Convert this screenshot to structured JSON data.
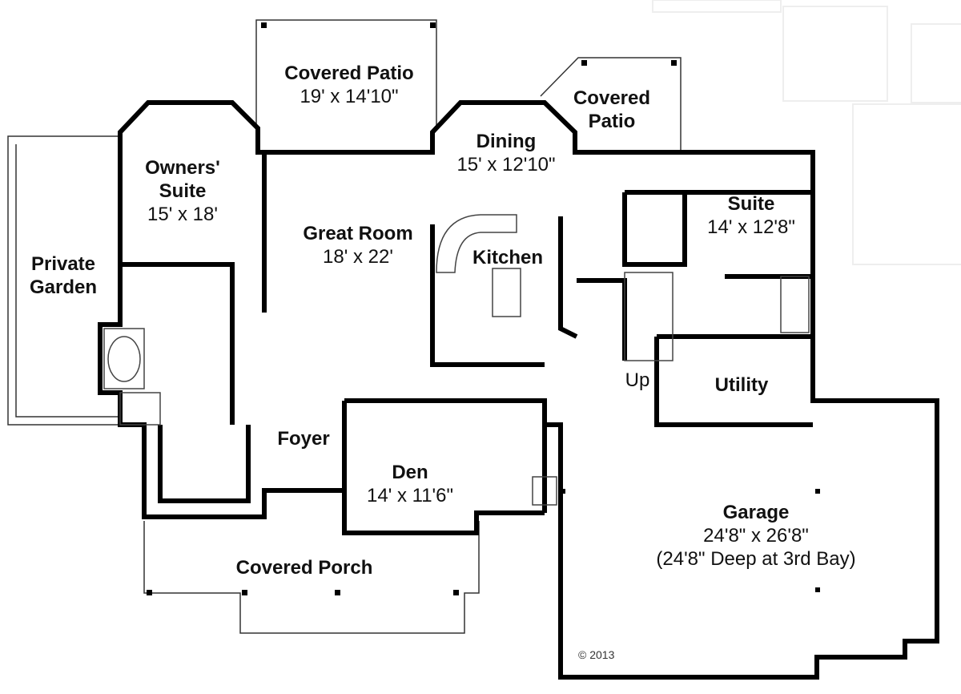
{
  "rooms": {
    "covered_patio_1": {
      "name": "Covered Patio",
      "size": "19' x 14'10\""
    },
    "covered_patio_2": {
      "name": "Covered\nPatio"
    },
    "dining": {
      "name": "Dining",
      "size": "15' x 12'10\""
    },
    "owners_suite": {
      "name": "Owners'\nSuite",
      "size": "15' x 18'"
    },
    "private_garden": {
      "name": "Private\nGarden"
    },
    "great_room": {
      "name": "Great Room",
      "size": "18' x 22'"
    },
    "kitchen": {
      "name": "Kitchen"
    },
    "suite": {
      "name": "Suite",
      "size": "14' x 12'8\""
    },
    "up": {
      "name": "Up"
    },
    "utility": {
      "name": "Utility"
    },
    "foyer": {
      "name": "Foyer"
    },
    "den": {
      "name": "Den",
      "size": "14' x 11'6\""
    },
    "garage": {
      "name": "Garage",
      "size": "24'8\" x 26'8\"",
      "note": "(24'8\" Deep at 3rd Bay)"
    },
    "covered_porch": {
      "name": "Covered Porch"
    }
  },
  "copyright": "© 2013",
  "colors": {
    "wall": "#000000",
    "window": "#999999",
    "faded": "#eeeeee"
  }
}
